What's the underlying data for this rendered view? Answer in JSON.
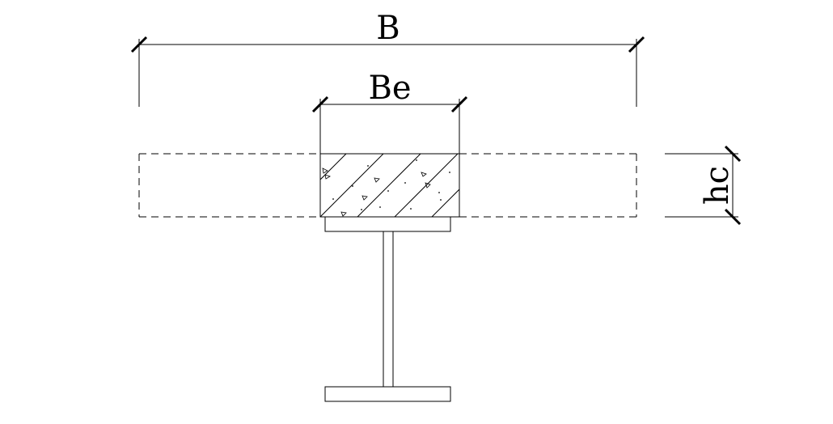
{
  "diagram": {
    "labels": {
      "total_width": "B",
      "effective_width": "Be",
      "slab_thickness": "hc"
    }
  }
}
